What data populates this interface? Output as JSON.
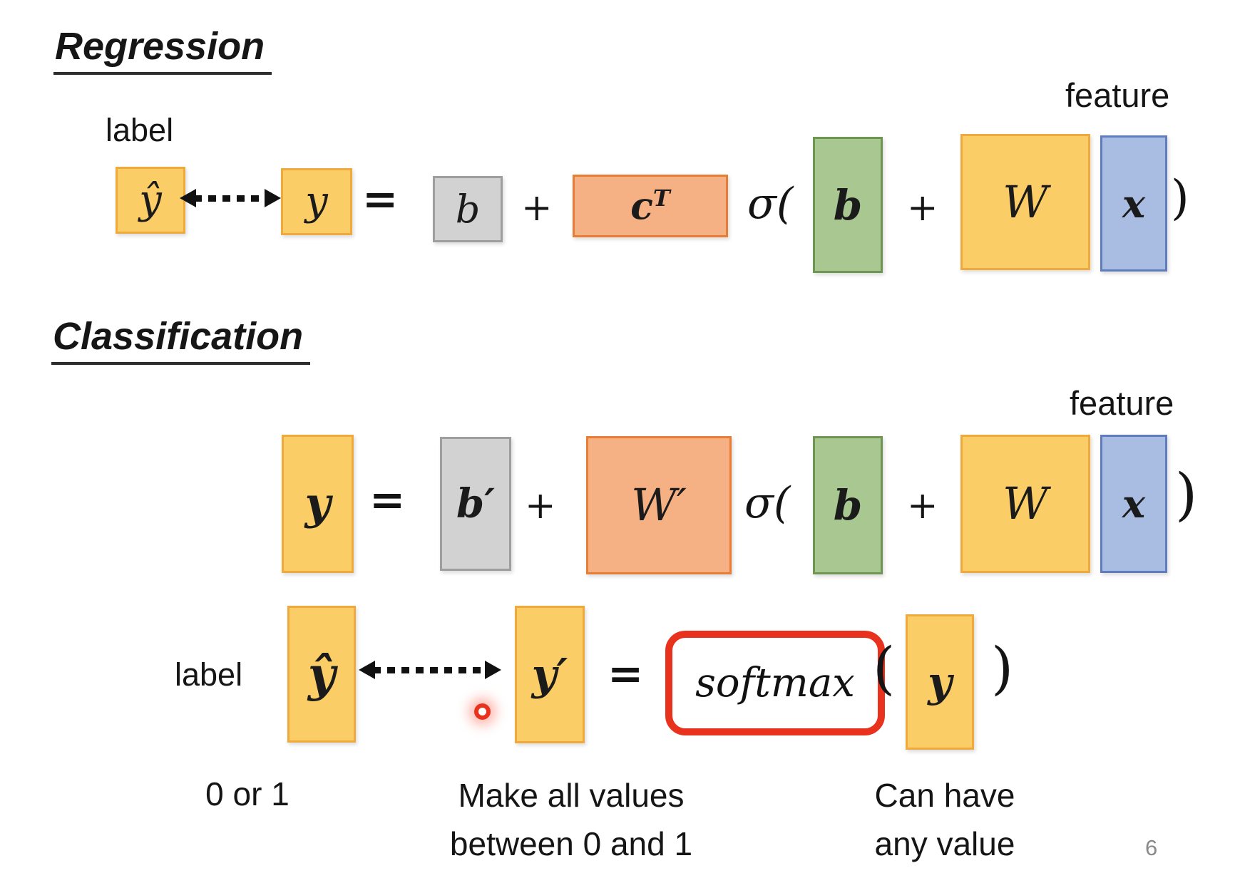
{
  "slide": {
    "page_number": "6"
  },
  "colors": {
    "yellow_fill": "#FACD66",
    "yellow_border": "#EFA93D",
    "gray_fill": "#D2D2D2",
    "gray_border": "#9E9E9E",
    "salmon_fill": "#F5B183",
    "salmon_border": "#E87E36",
    "green_fill": "#A8C791",
    "green_border": "#6F9553",
    "blue_fill": "#A9BCE2",
    "blue_border": "#5F7DBE",
    "red_accent": "#E8321E",
    "page_number_gray": "#8A8A8A"
  },
  "regression": {
    "title": "Regression",
    "label_caption": "label",
    "feature_caption": "feature",
    "yhat": "ŷ",
    "y": "y",
    "equals": "=",
    "b_small": "b",
    "plus": "+",
    "c_base": "c",
    "c_sup": "T",
    "sigma_open": "σ(",
    "b_vec": "b",
    "plus2": "+",
    "w": "W",
    "x": "x",
    "paren_close": ")"
  },
  "classification": {
    "title": "Classification",
    "feature_caption": "feature",
    "label_caption": "label",
    "row1": {
      "y": "y",
      "equals": "=",
      "b_prime": "b′",
      "plus": "+",
      "w_prime": "W′",
      "sigma_open": "σ(",
      "b_vec": "b",
      "plus2": "+",
      "w": "W",
      "x": "x",
      "paren_close": ")"
    },
    "row2": {
      "yhat": "ŷ",
      "y_prime": "y′",
      "equals": "=",
      "softmax": "softmax",
      "paren_open": "(",
      "y": "y",
      "paren_close": ")"
    }
  },
  "captions": {
    "zero_or_one": "0 or 1",
    "make_all_values_line1": "Make all values",
    "make_all_values_line2": "between 0 and 1",
    "can_have_line1": "Can have",
    "can_have_line2": "any value"
  }
}
